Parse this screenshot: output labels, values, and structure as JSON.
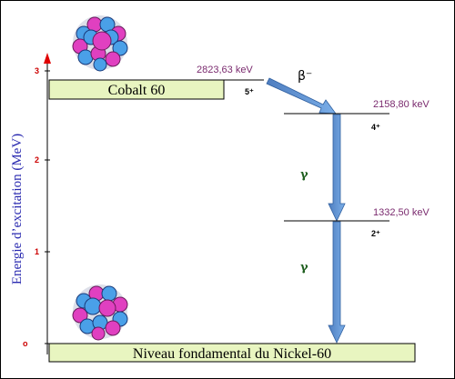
{
  "axis": {
    "title": "Energie d’excitation (MeV)",
    "ticks": [
      "3",
      "2",
      "1",
      "o"
    ]
  },
  "states": [
    {
      "name": "cobalt",
      "box_label": "Cobalt 60",
      "energy_label": "2823,63 keV",
      "spin": "5⁺"
    },
    {
      "name": "level-4",
      "energy_label": "2158,80 keV",
      "spin": "4⁺"
    },
    {
      "name": "level-2",
      "energy_label": "1332,50 keV",
      "spin": "2⁺"
    },
    {
      "name": "ground",
      "box_label": "Niveau fondamental du Nickel-60"
    }
  ],
  "transitions": [
    {
      "type": "beta",
      "label": "β⁻"
    },
    {
      "type": "gamma",
      "label": "γ"
    },
    {
      "type": "gamma",
      "label": "γ"
    }
  ],
  "colors": {
    "box_fill": "#e8f5c0",
    "arrow": "#5b8fd0",
    "axis": "#000000",
    "axis_arrow": "#e00000",
    "proton": "#e040c0",
    "neutron": "#4aa0e8"
  }
}
